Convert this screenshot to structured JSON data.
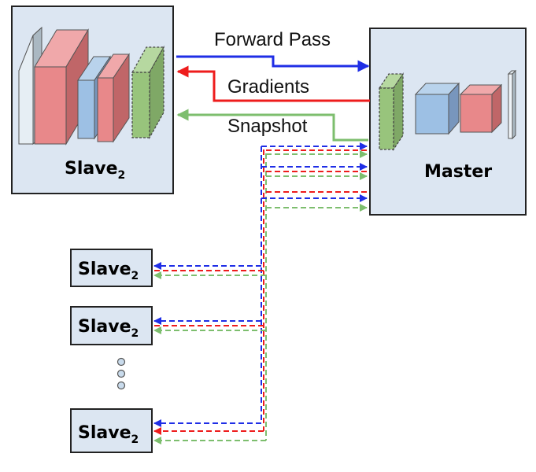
{
  "colors": {
    "forward": "#1f2ee6",
    "gradient": "#ee1c1c",
    "snapshot": "#7dbe6e",
    "box_fill": "#dce6f2",
    "layer_red": "#e8888a",
    "layer_blue": "#9dc0e4",
    "layer_white": "#dde8f0",
    "layer_green": "#98c47c"
  },
  "diagram": {
    "main_slave": {
      "name": "Slave",
      "subscript": "2"
    },
    "master": {
      "name": "Master"
    },
    "edges": {
      "forward_label": "Forward Pass",
      "gradient_label": "Gradients",
      "snapshot_label": "Snapshot"
    },
    "small_slaves": [
      {
        "name": "Slave",
        "subscript": "2"
      },
      {
        "name": "Slave",
        "subscript": "2"
      },
      {
        "name": "Slave",
        "subscript": "2"
      }
    ],
    "ellipsis_icon": "vertical-dots-icon"
  }
}
